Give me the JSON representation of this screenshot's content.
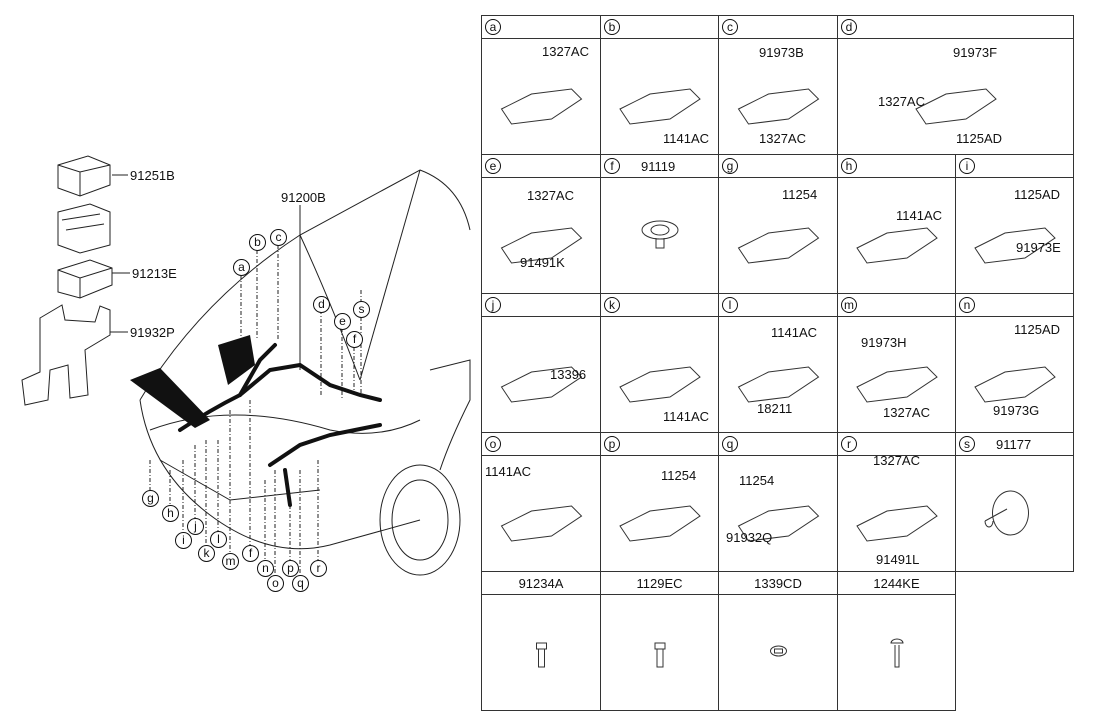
{
  "diagram": {
    "title_part": "91200B",
    "exploded_parts": [
      {
        "code": "91251B"
      },
      {
        "code": "91213E"
      },
      {
        "code": "91932P"
      }
    ],
    "location_labels": [
      "a",
      "b",
      "c",
      "d",
      "e",
      "s",
      "f",
      "g",
      "h",
      "i",
      "j",
      "k",
      "l",
      "m",
      "f",
      "n",
      "o",
      "p",
      "q",
      "r"
    ]
  },
  "table": {
    "cells": [
      {
        "id": "a",
        "letter": "a",
        "header_part": "",
        "parts": [
          "1327AC"
        ]
      },
      {
        "id": "b",
        "letter": "b",
        "header_part": "",
        "parts": [
          "1141AC"
        ]
      },
      {
        "id": "c",
        "letter": "c",
        "header_part": "",
        "parts": [
          "91973B",
          "1327AC"
        ]
      },
      {
        "id": "d",
        "letter": "d",
        "header_part": "",
        "parts": [
          "91973F",
          "1327AC",
          "1125AD"
        ]
      },
      {
        "id": "e",
        "letter": "e",
        "header_part": "",
        "parts": [
          "1327AC",
          "91491K"
        ]
      },
      {
        "id": "f",
        "letter": "f",
        "header_part": "91119",
        "parts": []
      },
      {
        "id": "g",
        "letter": "g",
        "header_part": "",
        "parts": [
          "11254"
        ]
      },
      {
        "id": "h",
        "letter": "h",
        "header_part": "",
        "parts": [
          "1141AC"
        ]
      },
      {
        "id": "i",
        "letter": "i",
        "header_part": "",
        "parts": [
          "1125AD",
          "91973E"
        ]
      },
      {
        "id": "j",
        "letter": "j",
        "header_part": "",
        "parts": [
          "13396"
        ]
      },
      {
        "id": "k",
        "letter": "k",
        "header_part": "",
        "parts": [
          "1141AC"
        ]
      },
      {
        "id": "l",
        "letter": "l",
        "header_part": "",
        "parts": [
          "1141AC",
          "18211"
        ]
      },
      {
        "id": "m",
        "letter": "m",
        "header_part": "",
        "parts": [
          "91973H",
          "1327AC"
        ]
      },
      {
        "id": "n",
        "letter": "n",
        "header_part": "",
        "parts": [
          "1125AD",
          "91973G"
        ]
      },
      {
        "id": "o",
        "letter": "o",
        "header_part": "",
        "parts": [
          "1141AC"
        ]
      },
      {
        "id": "p",
        "letter": "p",
        "header_part": "",
        "parts": [
          "11254"
        ]
      },
      {
        "id": "q",
        "letter": "q",
        "header_part": "",
        "parts": [
          "11254",
          "91932Q"
        ]
      },
      {
        "id": "r",
        "letter": "r",
        "header_part": "",
        "parts": [
          "1327AC",
          "91491L"
        ]
      },
      {
        "id": "s",
        "letter": "s",
        "header_part": "91177",
        "parts": []
      },
      {
        "id": "91234A",
        "letter": "",
        "header_part": "91234A",
        "parts": []
      },
      {
        "id": "1129EC",
        "letter": "",
        "header_part": "1129EC",
        "parts": []
      },
      {
        "id": "1339CD",
        "letter": "",
        "header_part": "1339CD",
        "parts": []
      },
      {
        "id": "1244KE",
        "letter": "",
        "header_part": "1244KE",
        "parts": []
      }
    ]
  }
}
